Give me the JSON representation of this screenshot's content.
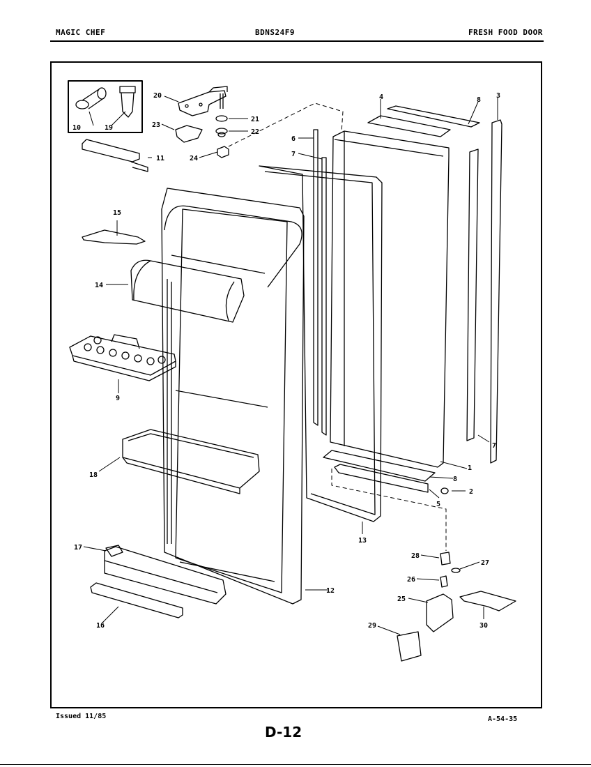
{
  "header": {
    "brand": "MAGIC CHEF",
    "model": "BDNS24F9",
    "section": "FRESH FOOD DOOR"
  },
  "footer": {
    "issued": "Issued 11/85",
    "page": "D-12",
    "ref": "A-54-35"
  },
  "callouts": {
    "p1": "1",
    "p2": "2",
    "p3": "3",
    "p4": "4",
    "p5": "5",
    "p6": "6",
    "p7a": "7",
    "p7b": "7",
    "p8a": "8",
    "p8b": "8",
    "p9": "9",
    "p10": "10",
    "p11": "11",
    "p12": "12",
    "p13": "13",
    "p14": "14",
    "p15": "15",
    "p16": "16",
    "p17": "17",
    "p18": "18",
    "p19": "19",
    "p20": "20",
    "p21": "21",
    "p22": "22",
    "p23": "23",
    "p24": "24",
    "p25": "25",
    "p26": "26",
    "p27": "27",
    "p28": "28",
    "p29": "29",
    "p30": "30"
  }
}
